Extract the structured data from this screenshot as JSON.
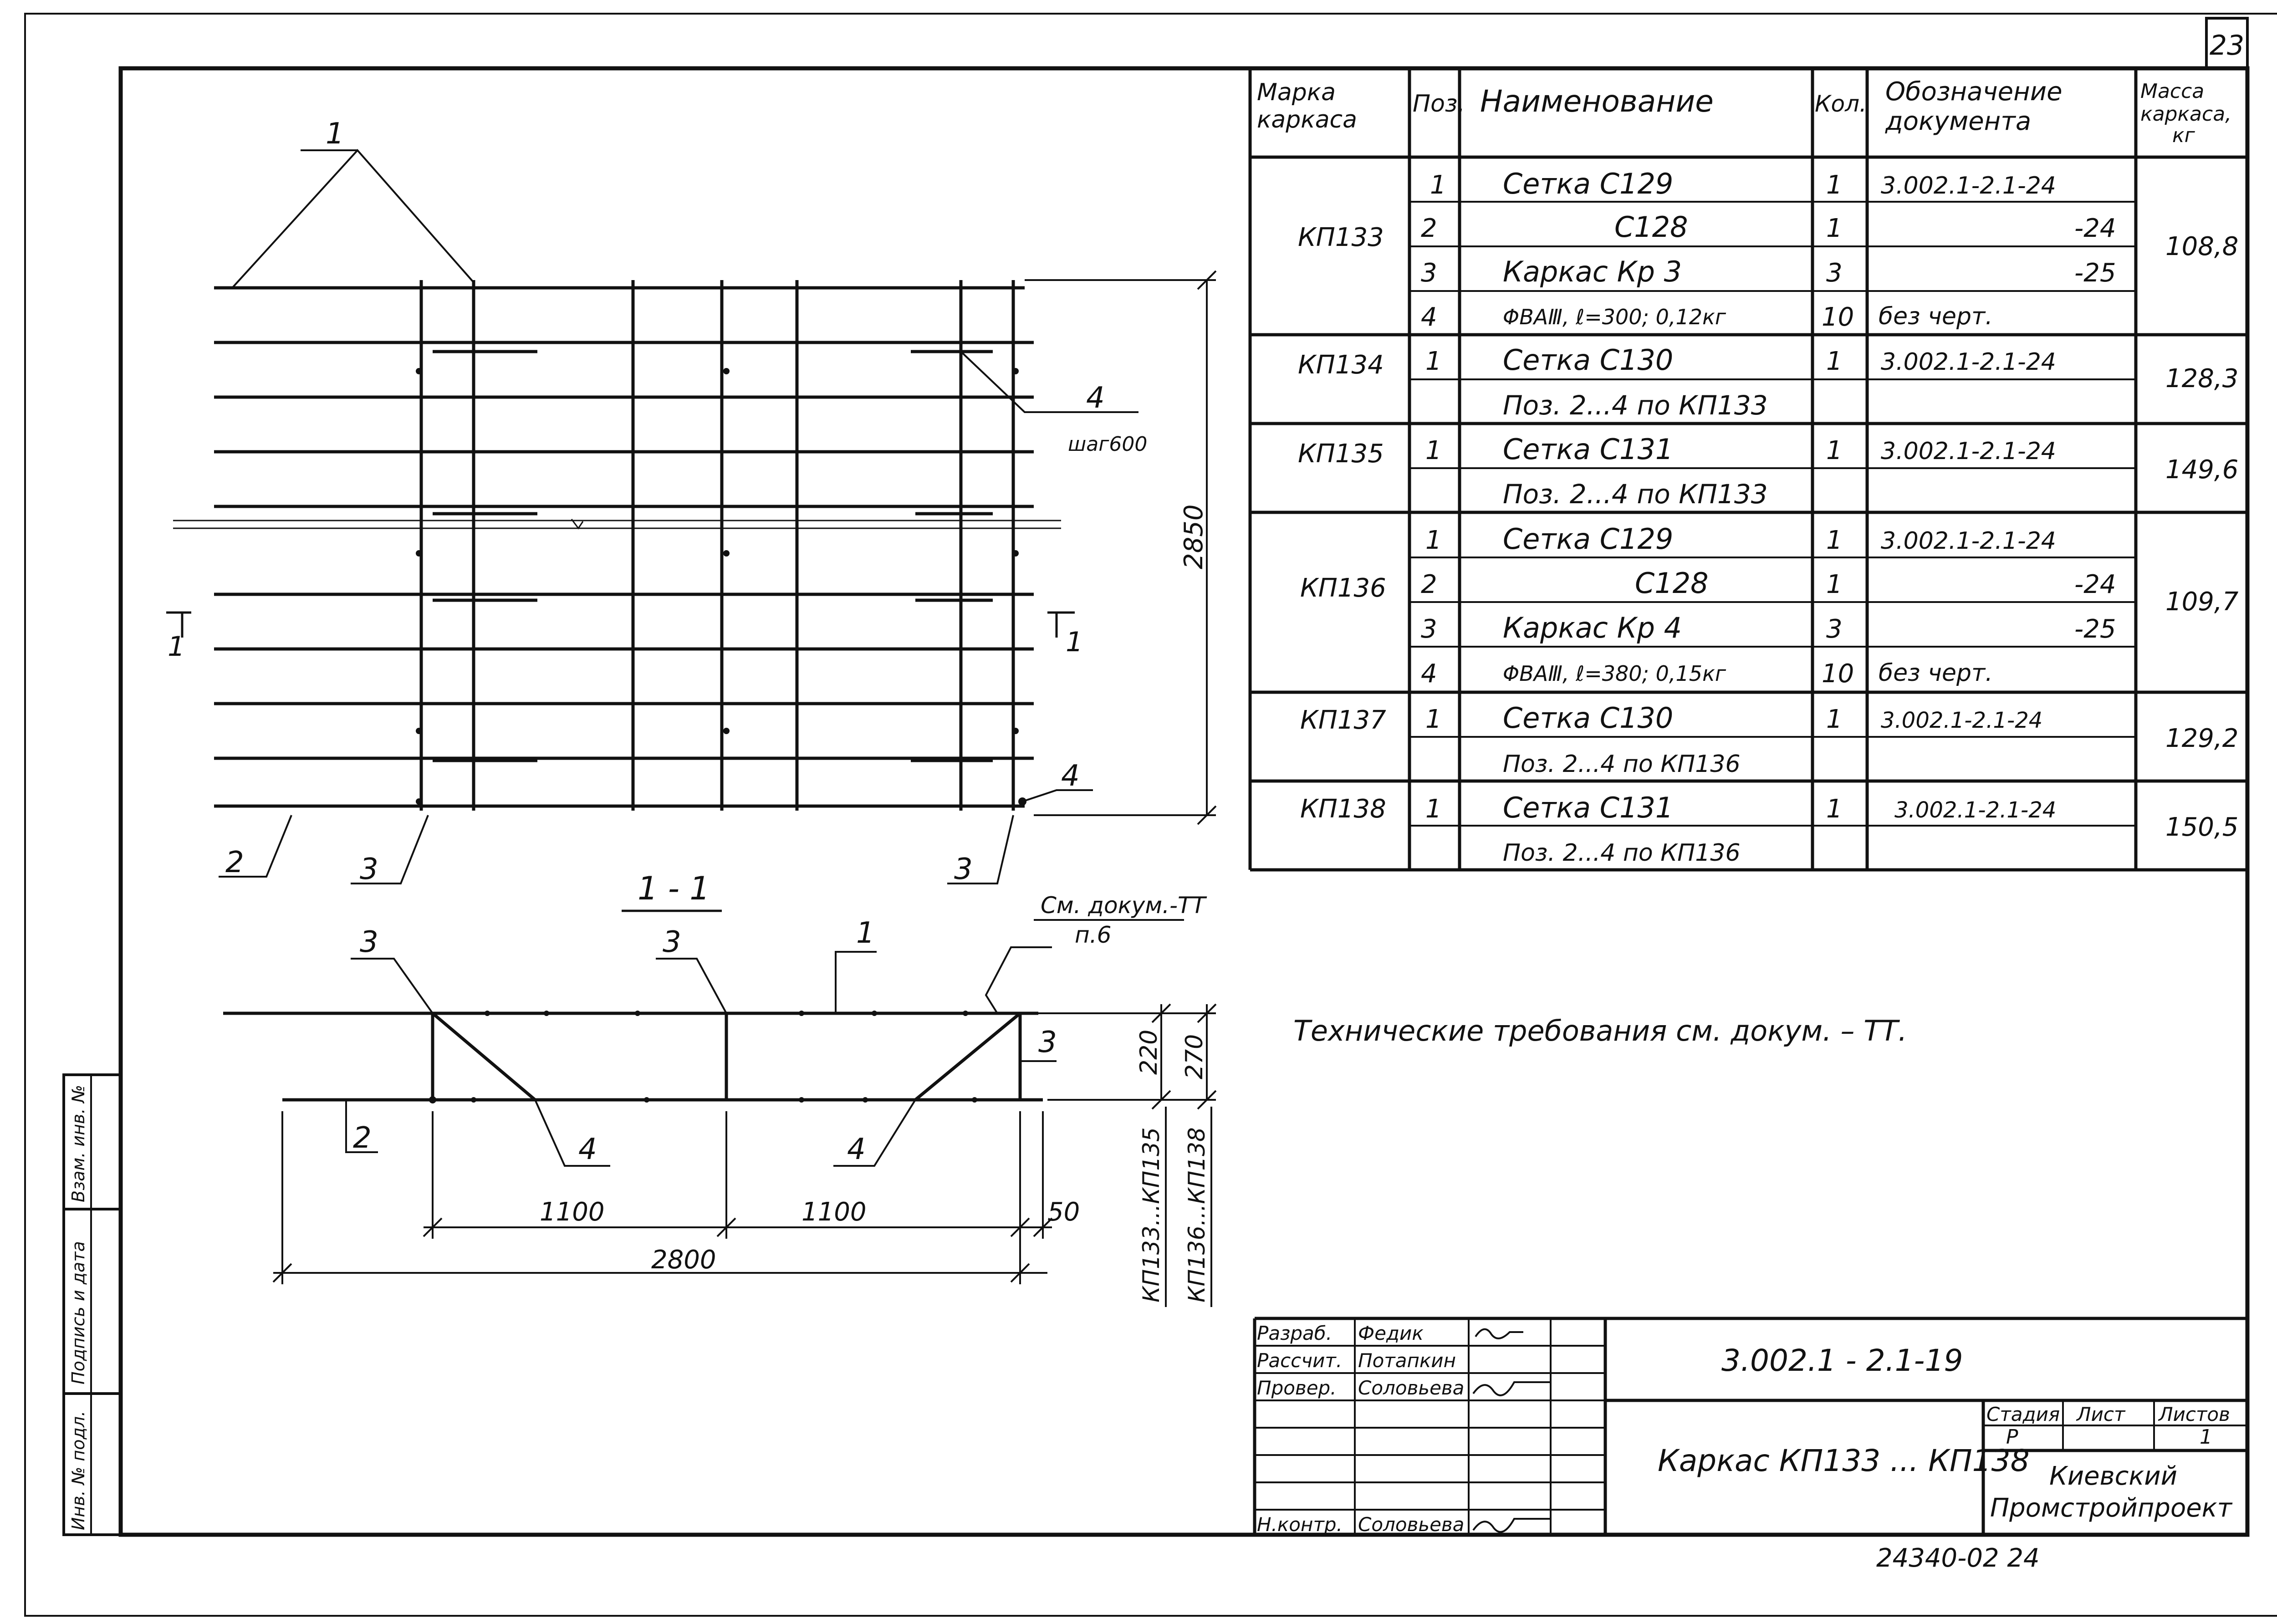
{
  "page_number": "23",
  "drawing": {
    "plan": {
      "callouts": {
        "p1": "1",
        "p2": "2",
        "p3a": "3",
        "p3b": "3",
        "p4a": "4",
        "p4b": "4"
      },
      "step_note": "шаг600",
      "dim_2850": "2850",
      "section_mark": "1"
    },
    "section": {
      "title": "1 - 1",
      "note_line1": "См. докум.-ТТ",
      "note_line2": "п.6",
      "callouts": {
        "p3a": "3",
        "p3b": "3",
        "p1": "1",
        "p3c": "3",
        "p2": "2",
        "p4a": "4",
        "p4b": "4"
      },
      "dims": {
        "d1100a": "1100",
        "d1100b": "1100",
        "d2800": "2800",
        "d50": "50",
        "d220": "220",
        "d270": "270"
      },
      "range_a": "КП133...КП135",
      "range_b": "КП136...КП138"
    }
  },
  "spec_table": {
    "headers": {
      "mark": [
        "Марка",
        "каркаса"
      ],
      "pos": "Поз.",
      "name": "Наименование",
      "qty": "Кол.",
      "doc": [
        "Обозначение",
        "документа"
      ],
      "mass": [
        "Масса",
        "каркаса,",
        "кг"
      ]
    },
    "groups": [
      {
        "mark": "КП133",
        "mass": "108,8",
        "rows": [
          {
            "pos": "1",
            "name": "Сетка  С129",
            "qty": "1",
            "doc": "3.002.1-2.1-24"
          },
          {
            "pos": "2",
            "name": "С128",
            "qty": "1",
            "doc": "-24"
          },
          {
            "pos": "3",
            "name": "Каркас Кр 3",
            "qty": "3",
            "doc": "-25"
          },
          {
            "pos": "4",
            "name": "ΦВАⅢ, ℓ=300; 0,12кг",
            "qty": "10",
            "doc": "без черт."
          }
        ]
      },
      {
        "mark": "КП134",
        "mass": "128,3",
        "rows": [
          {
            "pos": "1",
            "name": "Сетка С130",
            "qty": "1",
            "doc": "3.002.1-2.1-24"
          },
          {
            "pos": "",
            "name": "Поз. 2...4 по КП133",
            "qty": "",
            "doc": ""
          }
        ]
      },
      {
        "mark": "КП135",
        "mass": "149,6",
        "rows": [
          {
            "pos": "1",
            "name": "Сетка  С131",
            "qty": "1",
            "doc": "3.002.1-2.1-24"
          },
          {
            "pos": "",
            "name": "Поз. 2...4 по КП133",
            "qty": "",
            "doc": ""
          }
        ]
      },
      {
        "mark": "КП136",
        "mass": "109,7",
        "rows": [
          {
            "pos": "1",
            "name": "Сетка  С129",
            "qty": "1",
            "doc": "3.002.1-2.1-24"
          },
          {
            "pos": "2",
            "name": "С128",
            "qty": "1",
            "doc": "-24"
          },
          {
            "pos": "3",
            "name": "Каркас Кр 4",
            "qty": "3",
            "doc": "-25"
          },
          {
            "pos": "4",
            "name": "ΦВАⅢ, ℓ=380; 0,15кг",
            "qty": "10",
            "doc": "без черт."
          }
        ]
      },
      {
        "mark": "КП137",
        "mass": "129,2",
        "rows": [
          {
            "pos": "1",
            "name": "Сетка С130",
            "qty": "1",
            "doc": "3.002.1-2.1-24"
          },
          {
            "pos": "",
            "name": "Поз. 2...4 по КП136",
            "qty": "",
            "doc": ""
          }
        ]
      },
      {
        "mark": "КП138",
        "mass": "150,5",
        "rows": [
          {
            "pos": "1",
            "name": "Сетка С131",
            "qty": "1",
            "doc": "3.002.1-2.1-24"
          },
          {
            "pos": "",
            "name": "Поз. 2...4 по КП136",
            "qty": "",
            "doc": ""
          }
        ]
      }
    ]
  },
  "tech_note": "Технические  требования  см.  докум. – ТТ.",
  "side_stamp": [
    "Инв. № подл.",
    "Подпись и дата",
    "Взам. инв. №"
  ],
  "title_block": {
    "people": [
      {
        "role": "Разраб.",
        "name": "Федик"
      },
      {
        "role": "Рассчит.",
        "name": "Потапкин"
      },
      {
        "role": "Провер.",
        "name": "Соловьева"
      },
      {
        "role": "",
        "name": ""
      },
      {
        "role": "",
        "name": ""
      },
      {
        "role": "",
        "name": ""
      },
      {
        "role": "",
        "name": ""
      },
      {
        "role": "Н.контр.",
        "name": "Соловьева"
      }
    ],
    "doc_code": "3.002.1 - 2.1-19",
    "title": "Каркас  КП133 ... КП138",
    "stage_label": "Стадия",
    "sheet_label": "Лист",
    "sheets_label": "Листов",
    "stage": "Р",
    "sheets": "1",
    "org_line1": "Киевский",
    "org_line2": "Промстройпроект"
  },
  "footer_code": "24340-02   24"
}
